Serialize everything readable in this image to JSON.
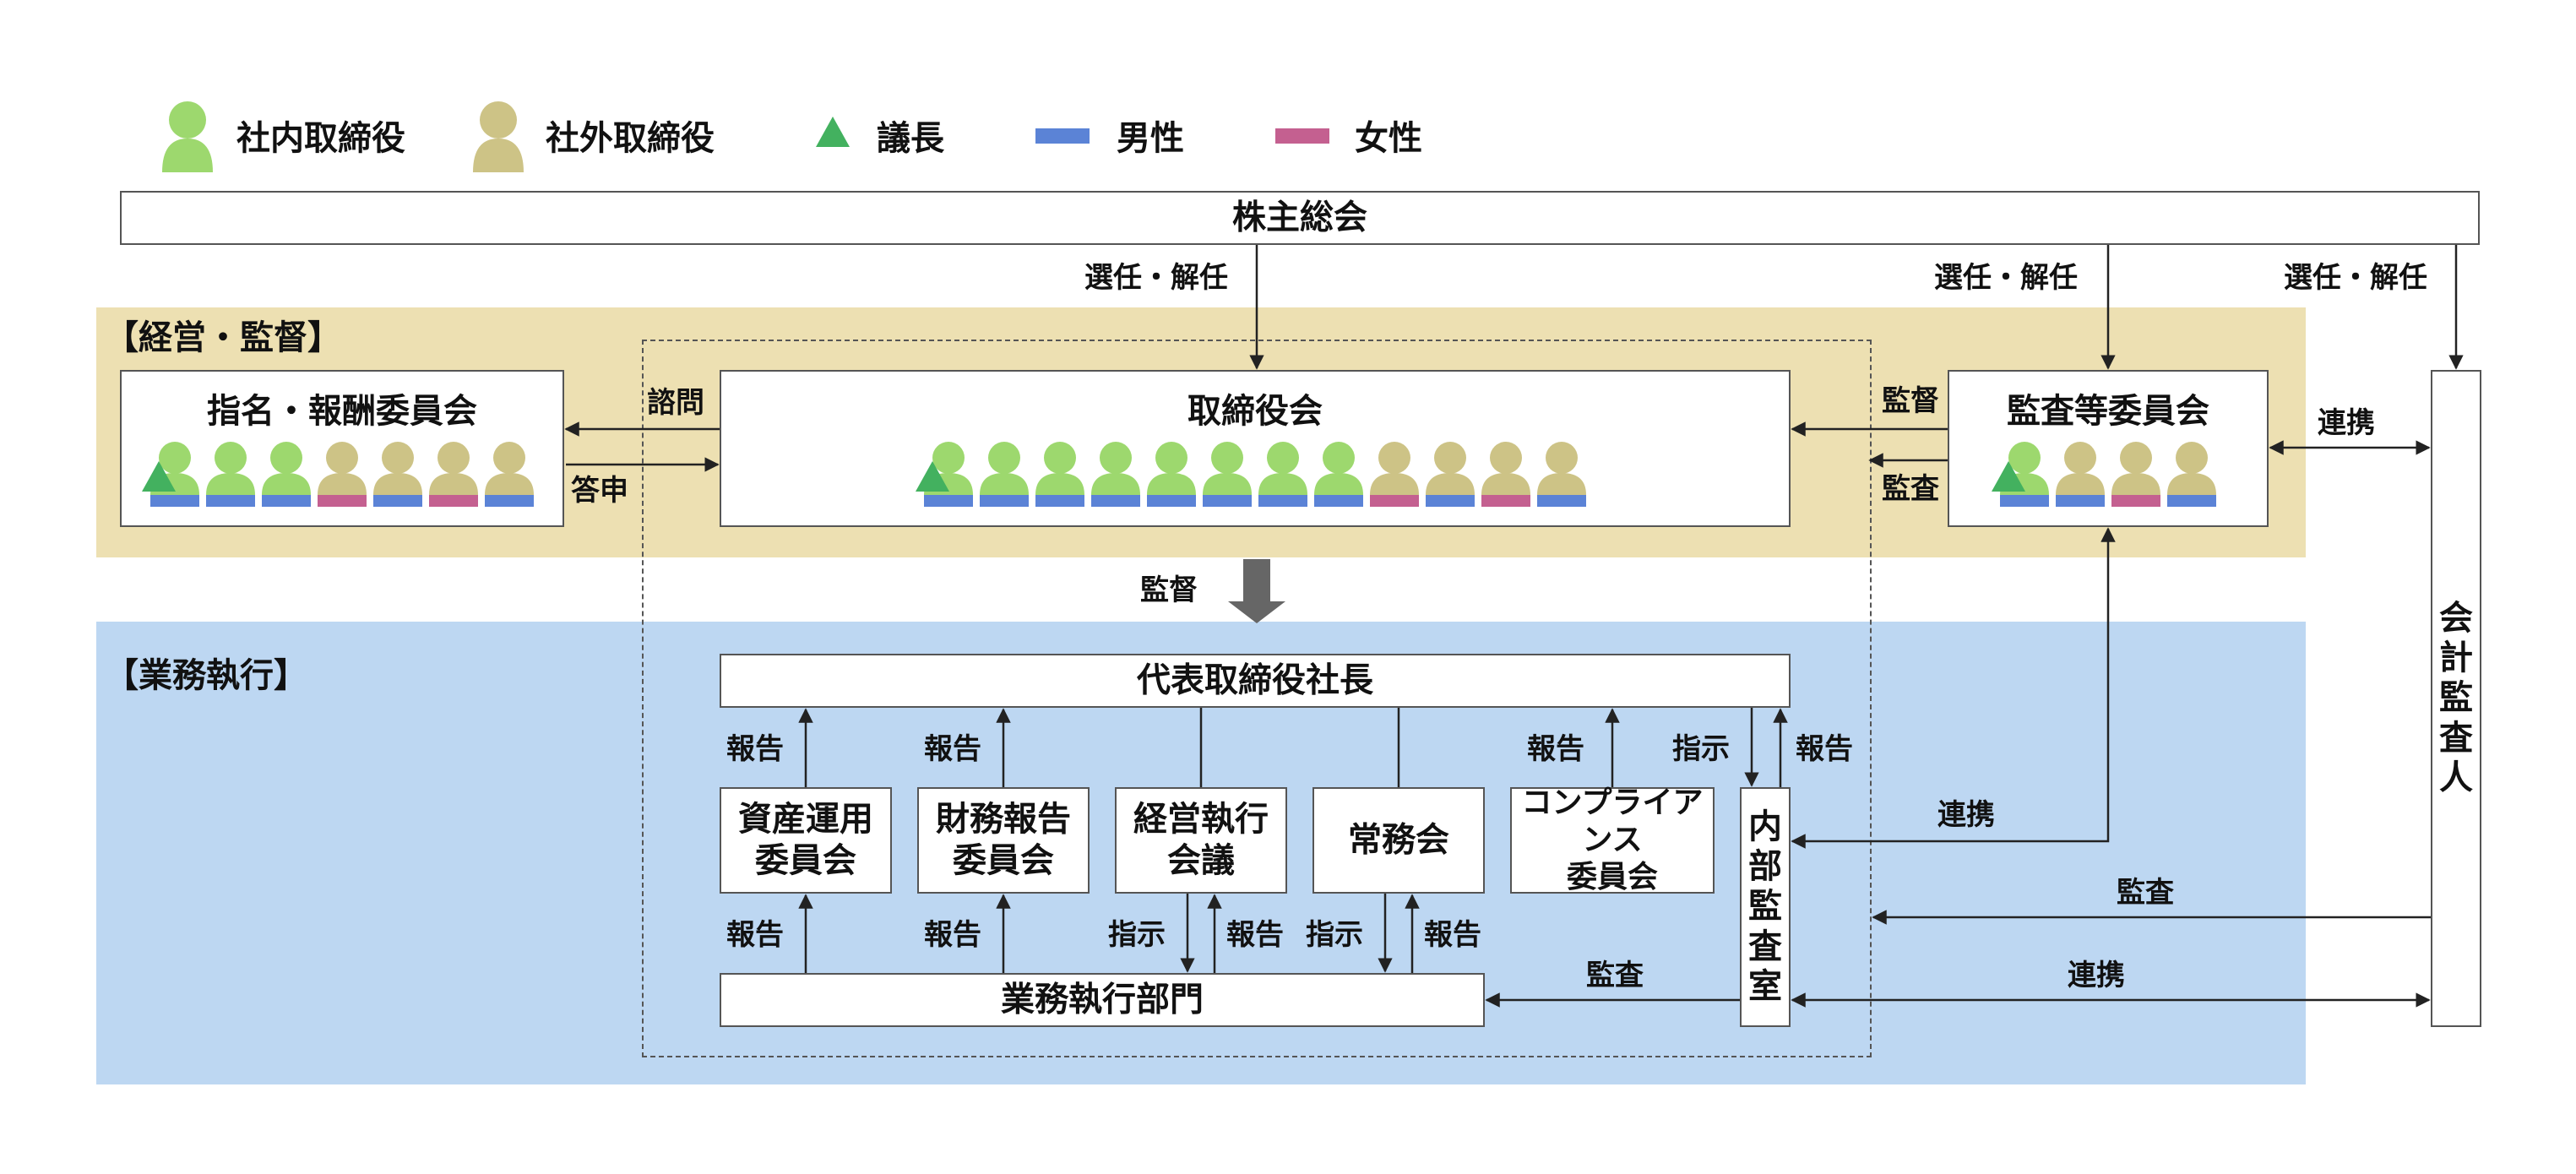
{
  "colors": {
    "inside": "#9dd86e",
    "outside": "#cdc386",
    "chair": "#43b15f",
    "male": "#5b83d6",
    "female": "#c46090",
    "mgmt_band": "#ede0b2",
    "exec_band": "#bdd7f2",
    "line": "#222222",
    "big_arrow": "#666666"
  },
  "legend": {
    "inside": "社内取締役",
    "outside": "社外取締役",
    "chair": "議長",
    "male": "男性",
    "female": "女性"
  },
  "bands": {
    "mgmt": "【経営・監督】",
    "exec": "【業務執行】"
  },
  "boxes": {
    "shareholders": "株主総会",
    "nomination": "指名・報酬委員会",
    "board": "取締役会",
    "audit_committee": "監査等委員会",
    "auditor": [
      "会",
      "計",
      "監",
      "査",
      "人"
    ],
    "president": "代表取締役社長",
    "asset": [
      "資産運用",
      "委員会"
    ],
    "finance": [
      "財務報告",
      "委員会"
    ],
    "mgmt_exec": [
      "経営執行",
      "会議"
    ],
    "jomukai": "常務会",
    "compliance": [
      "コンプライアンス",
      "委員会"
    ],
    "internal_audit": [
      "内",
      "部",
      "監",
      "査",
      "室"
    ],
    "exec_div": "業務執行部門"
  },
  "arrow_labels": {
    "elect1": "選任・解任",
    "elect2": "選任・解任",
    "elect3": "選任・解任",
    "consult": "諮問",
    "report_back": "答申",
    "supervise_ac": "監督",
    "audit_ac": "監査",
    "collab_ac": "連携",
    "supervise_big": "監督",
    "r1": "報告",
    "r2": "報告",
    "r3": "報告",
    "instr_ia": "指示",
    "r_ia": "報告",
    "collab_ia": "連携",
    "audit_ia": "監査",
    "r4": "報告",
    "r5": "報告",
    "instr1": "指示",
    "r6": "報告",
    "instr2": "指示",
    "r7": "報告",
    "audit_exec": "監査",
    "collab_bottom": "連携"
  },
  "members": {
    "nomination": [
      {
        "type": "inside",
        "gender": "male",
        "chair": true
      },
      {
        "type": "inside",
        "gender": "male"
      },
      {
        "type": "inside",
        "gender": "male"
      },
      {
        "type": "outside",
        "gender": "female"
      },
      {
        "type": "outside",
        "gender": "male"
      },
      {
        "type": "outside",
        "gender": "female"
      },
      {
        "type": "outside",
        "gender": "male"
      }
    ],
    "board": [
      {
        "type": "inside",
        "gender": "male",
        "chair": true
      },
      {
        "type": "inside",
        "gender": "male"
      },
      {
        "type": "inside",
        "gender": "male"
      },
      {
        "type": "inside",
        "gender": "male"
      },
      {
        "type": "inside",
        "gender": "male"
      },
      {
        "type": "inside",
        "gender": "male"
      },
      {
        "type": "inside",
        "gender": "male"
      },
      {
        "type": "inside",
        "gender": "male"
      },
      {
        "type": "outside",
        "gender": "female"
      },
      {
        "type": "outside",
        "gender": "male"
      },
      {
        "type": "outside",
        "gender": "female"
      },
      {
        "type": "outside",
        "gender": "male"
      }
    ],
    "audit_committee": [
      {
        "type": "inside",
        "gender": "male",
        "chair": true
      },
      {
        "type": "outside",
        "gender": "male"
      },
      {
        "type": "outside",
        "gender": "female"
      },
      {
        "type": "outside",
        "gender": "male"
      }
    ]
  }
}
